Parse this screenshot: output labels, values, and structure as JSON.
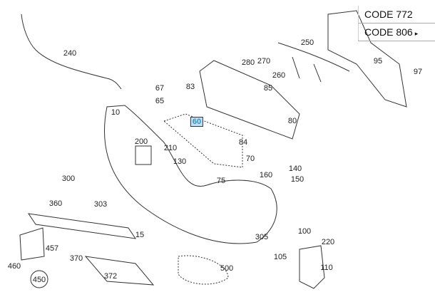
{
  "codes": [
    {
      "label": "CODE 772"
    },
    {
      "label": "CODE 806",
      "arrow": "▸"
    }
  ],
  "highlighted_part": "60",
  "parts": [
    "240",
    "10",
    "67",
    "65",
    "83",
    "60",
    "200",
    "210",
    "84",
    "70",
    "130",
    "75",
    "160",
    "140",
    "150",
    "300",
    "303",
    "360",
    "15",
    "305",
    "100",
    "220",
    "105",
    "110",
    "500",
    "457",
    "370",
    "372",
    "460",
    "450",
    "280",
    "270",
    "260",
    "85",
    "250",
    "80",
    "95",
    "97"
  ],
  "colors": {
    "highlight_bg": "#bfe3f3",
    "highlight_text": "#3a8fc4",
    "line": "#333333"
  }
}
